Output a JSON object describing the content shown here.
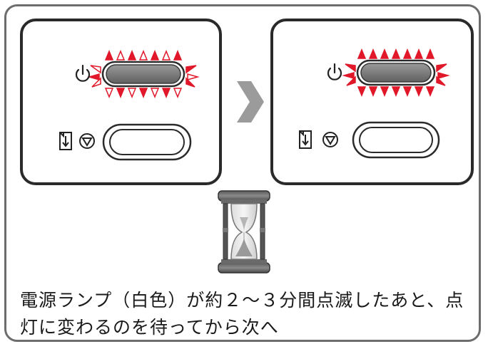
{
  "caption": {
    "line1": "電源ランプ（白色）が約２～３分間点滅したあと、点",
    "line2": "灯に変わるのを待ってから次へ"
  },
  "colors": {
    "frame": "#6d6d6d",
    "panel_border": "#2a2a2a",
    "lamp_fill": "#7a7a7a",
    "flash_red": "#e0182a",
    "arrow": "#9b9b9b"
  },
  "panels": [
    {
      "id": "before",
      "lamp_state": "blinking",
      "flash_style": "alternating filled and outlined triangles"
    },
    {
      "id": "after",
      "lamp_state": "lit",
      "flash_style": "all filled triangles"
    }
  ],
  "icons": [
    "power-icon",
    "paper-feed-icon",
    "stop-icon",
    "hourglass-icon",
    "next-arrow-icon"
  ]
}
